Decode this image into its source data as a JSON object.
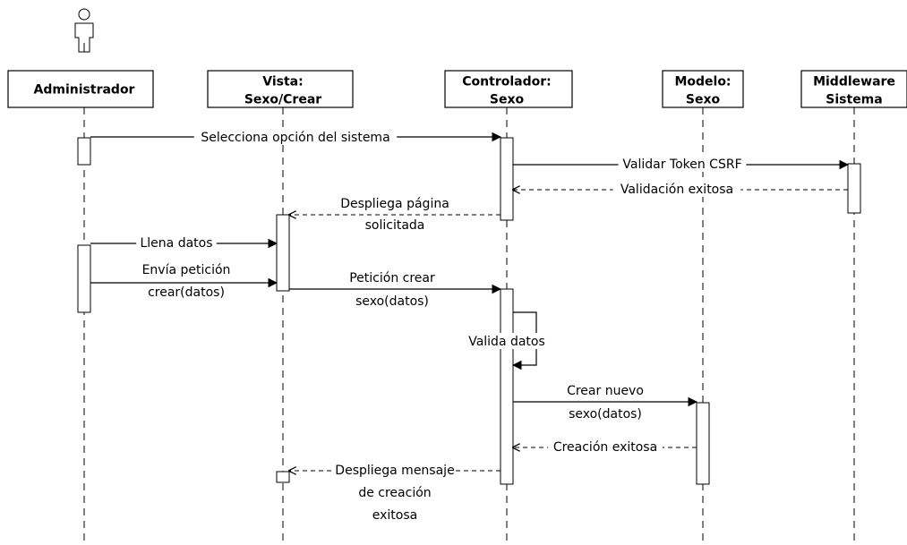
{
  "diagram": {
    "actor_icon": "person-icon",
    "lifelines": [
      {
        "id": "admin",
        "title_lines": [
          "Administrador"
        ]
      },
      {
        "id": "vista",
        "title_lines": [
          "Vista:",
          "Sexo/Crear"
        ]
      },
      {
        "id": "ctrl",
        "title_lines": [
          "Controlador:",
          "Sexo"
        ]
      },
      {
        "id": "modelo",
        "title_lines": [
          "Modelo:",
          "Sexo"
        ]
      },
      {
        "id": "mw",
        "title_lines": [
          "Middleware",
          "Sistema"
        ]
      }
    ],
    "messages": [
      {
        "from": "admin",
        "to": "ctrl",
        "style": "solid",
        "lines": [
          "Selecciona opción del sistema"
        ]
      },
      {
        "from": "ctrl",
        "to": "mw",
        "style": "solid",
        "lines": [
          "Validar Token CSRF"
        ]
      },
      {
        "from": "mw",
        "to": "ctrl",
        "style": "dashed",
        "lines": [
          "Validación exitosa"
        ]
      },
      {
        "from": "ctrl",
        "to": "vista",
        "style": "dashed",
        "lines": [
          "Despliega página",
          "solicitada"
        ]
      },
      {
        "from": "admin",
        "to": "vista",
        "style": "solid",
        "lines": [
          "Llena datos"
        ]
      },
      {
        "from": "admin",
        "to": "vista",
        "style": "solid",
        "lines": [
          "Envía petición",
          "crear(datos)"
        ]
      },
      {
        "from": "vista",
        "to": "ctrl",
        "style": "solid",
        "lines": [
          "Petición crear",
          "sexo(datos)"
        ]
      },
      {
        "from": "ctrl",
        "to": "ctrl",
        "style": "self",
        "lines": [
          "Valida datos"
        ]
      },
      {
        "from": "ctrl",
        "to": "modelo",
        "style": "solid",
        "lines": [
          "Crear nuevo",
          "sexo(datos)"
        ]
      },
      {
        "from": "modelo",
        "to": "ctrl",
        "style": "dashed",
        "lines": [
          "Creación exitosa"
        ]
      },
      {
        "from": "ctrl",
        "to": "vista",
        "style": "dashed",
        "lines": [
          "Despliega mensaje",
          "de creación",
          "exitosa"
        ]
      }
    ]
  }
}
